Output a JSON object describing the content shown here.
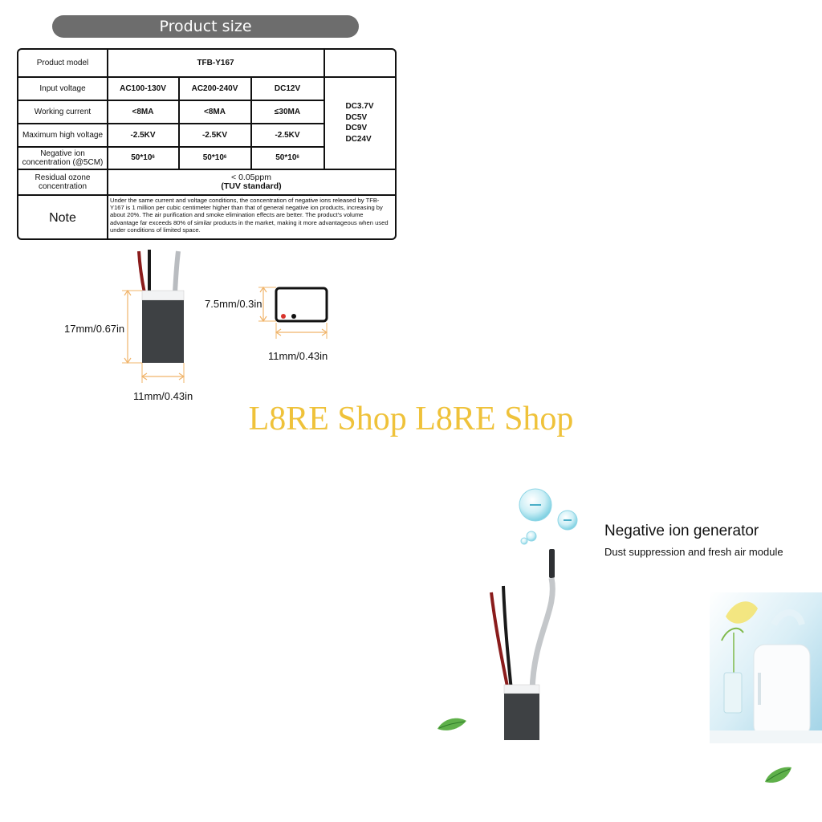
{
  "header": {
    "title": "Product size"
  },
  "spec_table": {
    "model_label": "Product model",
    "model_value": "TFB-Y167",
    "rows": [
      {
        "label": "Input voltage",
        "values": [
          "AC100-130V",
          "AC200-240V",
          "DC12V"
        ]
      },
      {
        "label": "Working current",
        "values": [
          "<8MA",
          "<8MA",
          "≤30MA"
        ]
      },
      {
        "label": "Maximum high voltage",
        "values": [
          "-2.5KV",
          "-2.5KV",
          "-2.5KV"
        ]
      },
      {
        "label_line1": "Negative ion",
        "label_line2": "concentration (@5CM)",
        "values": [
          "50*10",
          "50*10",
          "50*10"
        ],
        "exponent": "6"
      }
    ],
    "dc_options": [
      "DC3.7V",
      "DC5V",
      "DC9V",
      "DC24V"
    ],
    "ozone_label_line1": "Residual ozone",
    "ozone_label_line2": "concentration",
    "ozone_value_line1": "< 0.05ppm",
    "ozone_value_line2": "(TUV standard)",
    "note_label": "Note",
    "note_text": "Under the same current and voltage conditions, the concentration of negative ions released by TFB-Y167 is 1 million per cubic centimeter higher than that of general negative ion products, increasing by about 20%. The air purification and smoke elimination effects are better. The product's volume advantage far exceeds 80% of similar products in the market, making it more advantageous when used under conditions of limited space."
  },
  "dimensions": {
    "height": "17mm/0.67in",
    "width_front": "11mm/0.43in",
    "depth": "7.5mm/0.3in",
    "width_top": "11mm/0.43in"
  },
  "watermark": "L8RE Shop L8RE Shop",
  "promo": {
    "title": "Negative ion generator",
    "subtitle": "Dust suppression and fresh air module"
  },
  "colors": {
    "pill": "#6d6d6d",
    "watermark": "#efc23a",
    "dimension_line": "#f0b46a",
    "module_body": "#3e4144"
  }
}
